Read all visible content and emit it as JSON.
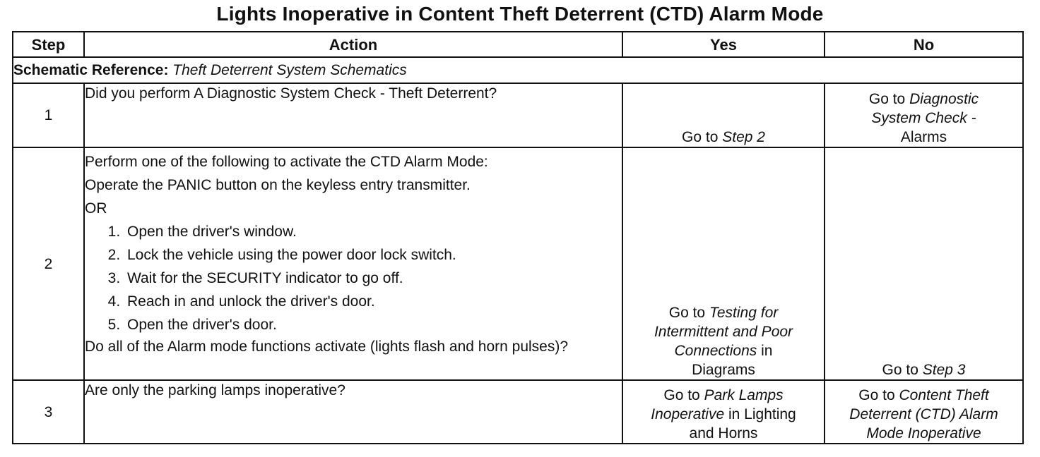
{
  "title": "Lights Inoperative in Content Theft Deterrent (CTD) Alarm Mode",
  "headers": {
    "step": "Step",
    "action": "Action",
    "yes": "Yes",
    "no": "No"
  },
  "schematic_reference": {
    "label": "Schematic Reference:",
    "value": "Theft Deterrent System Schematics"
  },
  "rows": [
    {
      "step": "1",
      "action": "Did you perform A Diagnostic System Check - Theft Deterrent?",
      "yes": {
        "prefix": "Go to",
        "link": "Step 2",
        "suffix": ""
      },
      "no": {
        "prefix": "Go to",
        "link": "Diagnostic System Check -",
        "suffix": "Alarms"
      }
    },
    {
      "step": "2",
      "action_intro": "Perform one of the following to activate the CTD Alarm Mode:",
      "action_option_a": "Operate the PANIC button on the keyless entry transmitter.",
      "action_or": "OR",
      "action_substeps": [
        "Open the driver's window.",
        "Lock the vehicle using the power door lock switch.",
        "Wait for the SECURITY indicator to go off.",
        "Reach in and unlock the driver's door.",
        "Open the driver's door."
      ],
      "action_question": "Do all of the Alarm mode functions activate (lights flash and horn pulses)?",
      "yes": {
        "prefix": "Go to",
        "link": "Testing for Intermittent and Poor Connections",
        "suffix": "in Diagrams"
      },
      "no": {
        "prefix": "Go to",
        "link": "Step 3",
        "suffix": ""
      }
    },
    {
      "step": "3",
      "action": "Are only the parking lamps inoperative?",
      "yes": {
        "prefix": "Go to",
        "link": "Park Lamps Inoperative",
        "suffix": "in Lighting and Horns"
      },
      "no": {
        "prefix": "Go to",
        "link": "Content Theft Deterrent (CTD) Alarm Mode Inoperative",
        "suffix": ""
      }
    }
  ]
}
